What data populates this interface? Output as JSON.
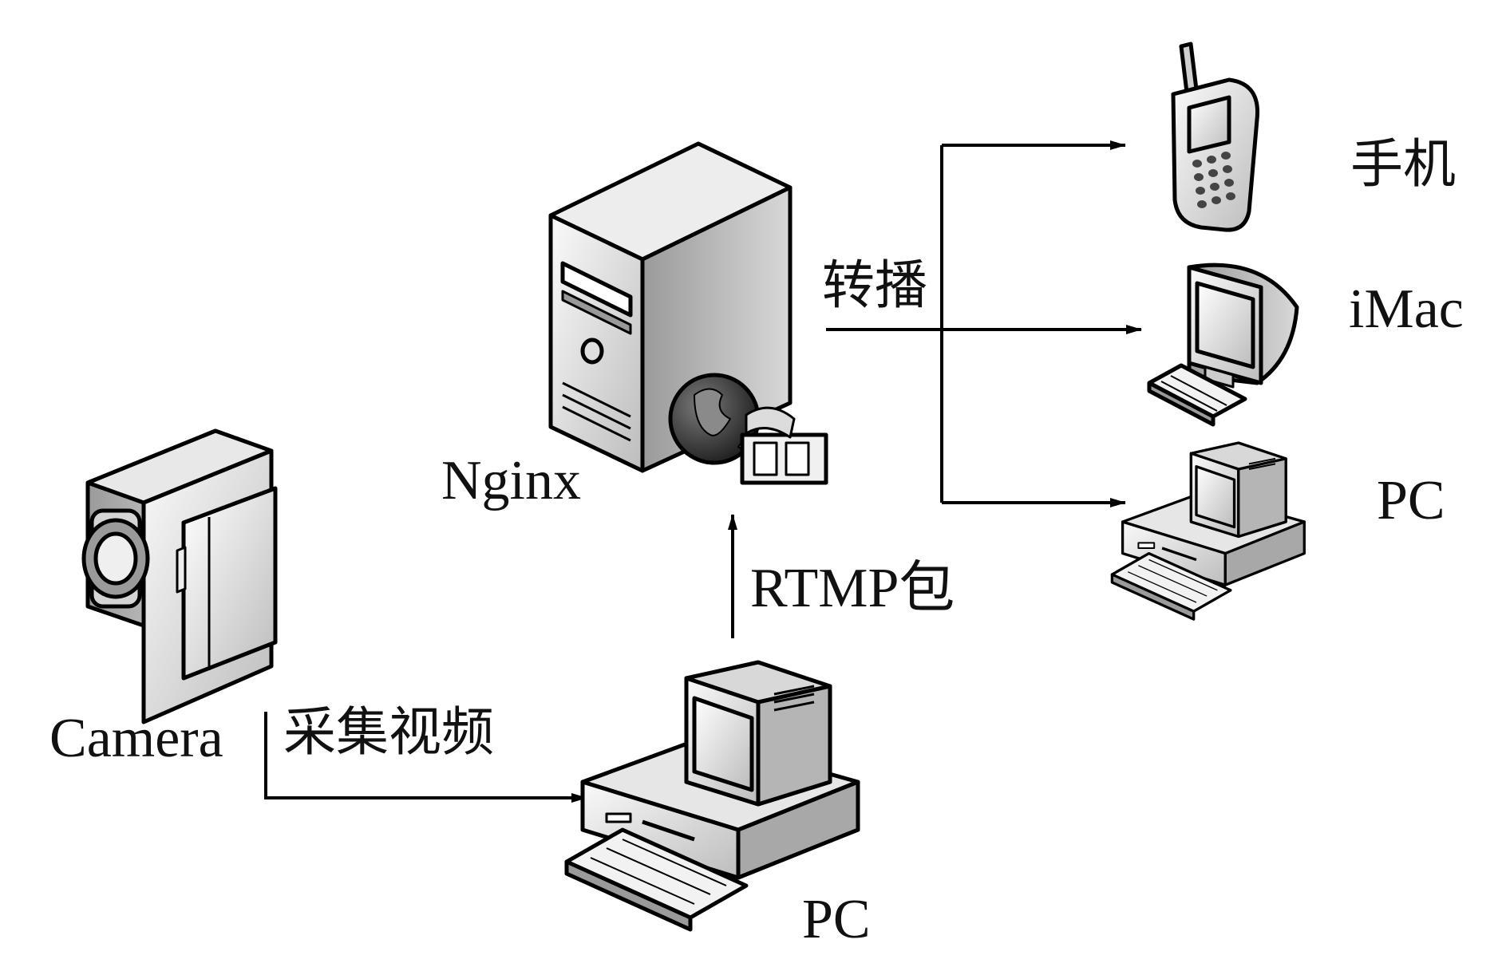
{
  "nodes": {
    "camera": {
      "label": "Camera",
      "icon": "video-camera-icon"
    },
    "source_pc": {
      "label": "PC",
      "icon": "desktop-computer-icon"
    },
    "server": {
      "label": "Nginx",
      "icon": "server-tower-icon"
    },
    "phone": {
      "label": "手机",
      "icon": "mobile-phone-icon"
    },
    "imac": {
      "label": "iMac",
      "icon": "imac-computer-icon"
    },
    "client_pc": {
      "label": "PC",
      "icon": "desktop-computer-icon"
    }
  },
  "edges": {
    "capture": {
      "label": "采集视频"
    },
    "upload": {
      "label": "RTMP包"
    },
    "relay": {
      "label": "转播"
    }
  },
  "colors": {
    "line": "#000000",
    "device_light": "#efefef",
    "device_mid": "#c9c9c9",
    "device_dark": "#8a8a8a"
  }
}
